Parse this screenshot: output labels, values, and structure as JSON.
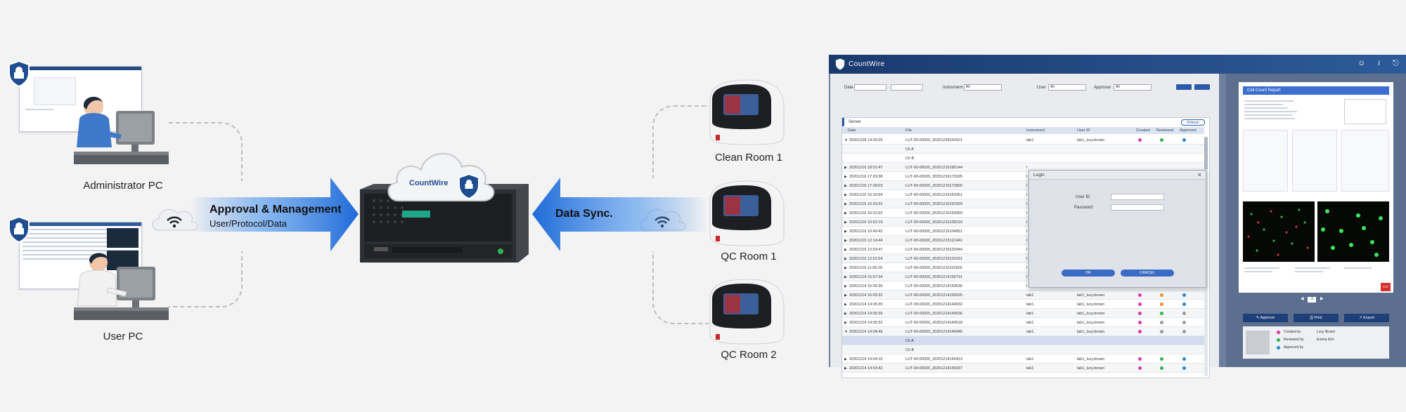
{
  "diagram": {
    "admin_label": "Administrator PC",
    "user_label": "User PC",
    "approval_title": "Approval & Management",
    "approval_sub": "User/Protocol/Data",
    "sync_title": "Data Sync.",
    "cloud_brand": "CountWire",
    "rooms": [
      "Clean Room 1",
      "QC Room 1",
      "QC Room 2"
    ]
  },
  "app": {
    "title": "CountWire",
    "icons": [
      "user-icon",
      "info-icon",
      "logout-icon"
    ],
    "filters": {
      "date": "Date",
      "instrument": "Instrument",
      "instrument_val": "All",
      "user": "User",
      "user_val": "All",
      "approval": "Approval",
      "approval_val": "All"
    },
    "server_tab": "Server",
    "refresh": "Refresh",
    "columns": [
      "Date",
      "File",
      "Instrument",
      "User ID",
      "Created",
      "Reviewed",
      "Approved"
    ],
    "rows": [
      {
        "d": "20201228 14:26:29",
        "f": "LUT-00-00020_20201228142621",
        "i": "lab1",
        "u": "lab1_lucy.brown",
        "c": [
          "#d63ab0",
          "#2fb34d",
          "#2388d4"
        ],
        "exp": true
      },
      {
        "d": "Ch A",
        "sub": true
      },
      {
        "d": "Ch B",
        "sub": true
      },
      {
        "d": "20201216 18:01:47",
        "f": "LUT-00-00020_20201216180144",
        "i": "l"
      },
      {
        "d": "20201216 17:29:38",
        "f": "LUT-00-00020_20201216172935",
        "i": "l"
      },
      {
        "d": "20201216 17:28:03",
        "f": "LUT-00-00020_20201216172800",
        "i": "l"
      },
      {
        "d": "20201216 16:33:54",
        "f": "LUT-00-00020_20201216163351",
        "i": "l"
      },
      {
        "d": "20201216 16:33:32",
        "f": "LUT-00-00020_20201216163329",
        "i": "l"
      },
      {
        "d": "20201216 16:31:02",
        "f": "LUT-00-00020_20201216163059",
        "i": "l"
      },
      {
        "d": "20201216 10:52:19",
        "f": "LUT-00-00020_20201216105216",
        "i": "l"
      },
      {
        "d": "20201216 10:49:42",
        "f": "LUT-00-00020_20201216104951",
        "i": "l"
      },
      {
        "d": "20201215 12:14:44",
        "f": "LUT-00-00020_20201215121441",
        "i": "l"
      },
      {
        "d": "20201215 12:03:47",
        "f": "LUT-00-00020_20201215120344",
        "i": "l"
      },
      {
        "d": "20201215 12:01:54",
        "f": "LUT-00-00020_20201215120151",
        "i": "l"
      },
      {
        "d": "20201215 11:59:29",
        "f": "LUT-00-00020_20201215115926",
        "i": "l"
      },
      {
        "d": "20201214 15:07:34",
        "f": "LUT-00-00020_20201214150731",
        "i": "l"
      },
      {
        "d": "20201214 15:06:39",
        "f": "LUT-00-00020_20201214150635",
        "i": "l"
      },
      {
        "d": "20201214 15:05:32",
        "f": "LUT-00-00020_20201214150525",
        "i": "lab1",
        "u": "lab1_lucy.brown",
        "c": [
          "#d63ab0",
          "#f0902a",
          "#2388d4"
        ]
      },
      {
        "d": "20201214 14:06:35",
        "f": "LUT-00-00020_20201214140632",
        "i": "lab1",
        "u": "lab1_lucy.brown",
        "c": [
          "#d63ab0",
          "#f0902a",
          "#2388d4"
        ]
      },
      {
        "d": "20201214 14:05:39",
        "f": "LUT-00-00020_20201214140536",
        "i": "lab1",
        "u": "lab1_lucy.brown",
        "c": [
          "#d63ab0",
          "#2fb34d",
          "#999999"
        ]
      },
      {
        "d": "20201214 14:05:22",
        "f": "LUT-00-00020_20201214140518",
        "i": "lab1",
        "u": "lab1_lucy.brown",
        "c": [
          "#d63ab0",
          "#999999",
          "#999999"
        ]
      },
      {
        "d": "20201214 14:04:49",
        "f": "LUT-00-00020_20201214140445",
        "i": "lab1",
        "u": "lab1_lucy.brown",
        "c": [
          "#d63ab0",
          "#999999",
          "#999999"
        ],
        "exp": true
      },
      {
        "d": "Ch A",
        "sub": true,
        "sel": true
      },
      {
        "d": "Ch B",
        "sub": true
      },
      {
        "d": "20201214 14:04:16",
        "f": "LUT-00-00020_20201214140413",
        "i": "lab1",
        "u": "lab1_lucy.brown",
        "c": [
          "#d63ab0",
          "#2fb34d",
          "#2388d4"
        ]
      },
      {
        "d": "20201214 14:03:42",
        "f": "LUT-00-00020_20201214140337",
        "i": "lab1",
        "u": "lab1_lucy.brown",
        "c": [
          "#d63ab0",
          "#2fb34d",
          "#2388d4"
        ]
      }
    ],
    "login": {
      "title": "Login",
      "user_id": "User ID",
      "password": "Password",
      "ok": "OK",
      "cancel": "CANCEL"
    },
    "report": {
      "title": "Cell Count Report",
      "page": "1",
      "approve": "Approve",
      "print": "Print",
      "export": "Export",
      "created": "Created by",
      "created_val": "Lucy Brown",
      "reviewed": "Reviewed by",
      "reviewed_val": "Emma Kim",
      "approved": "Approved by",
      "pdf": "PDF"
    }
  }
}
